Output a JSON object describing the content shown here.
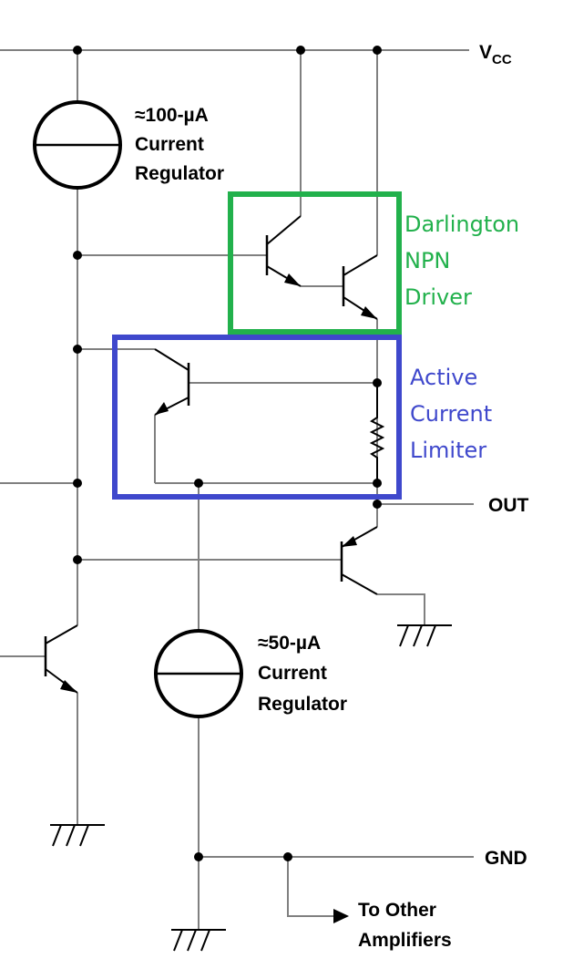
{
  "labels": {
    "vcc_main": "V",
    "vcc_sub": "CC",
    "out": "OUT",
    "gnd": "GND",
    "reg100": [
      "≈100-µA",
      "Current",
      "Regulator"
    ],
    "reg50": [
      "≈50-µA",
      "Current",
      "Regulator"
    ],
    "darlington": [
      "Darlington",
      "NPN",
      "Driver"
    ],
    "limiter": [
      "Active",
      "Current",
      "Limiter"
    ],
    "other_amps": [
      "To Other",
      "Amplifiers"
    ]
  },
  "colors": {
    "wire": "#808080",
    "device": "#000000",
    "darlington_box": "#22b14c",
    "limiter_box": "#3f48cc"
  }
}
